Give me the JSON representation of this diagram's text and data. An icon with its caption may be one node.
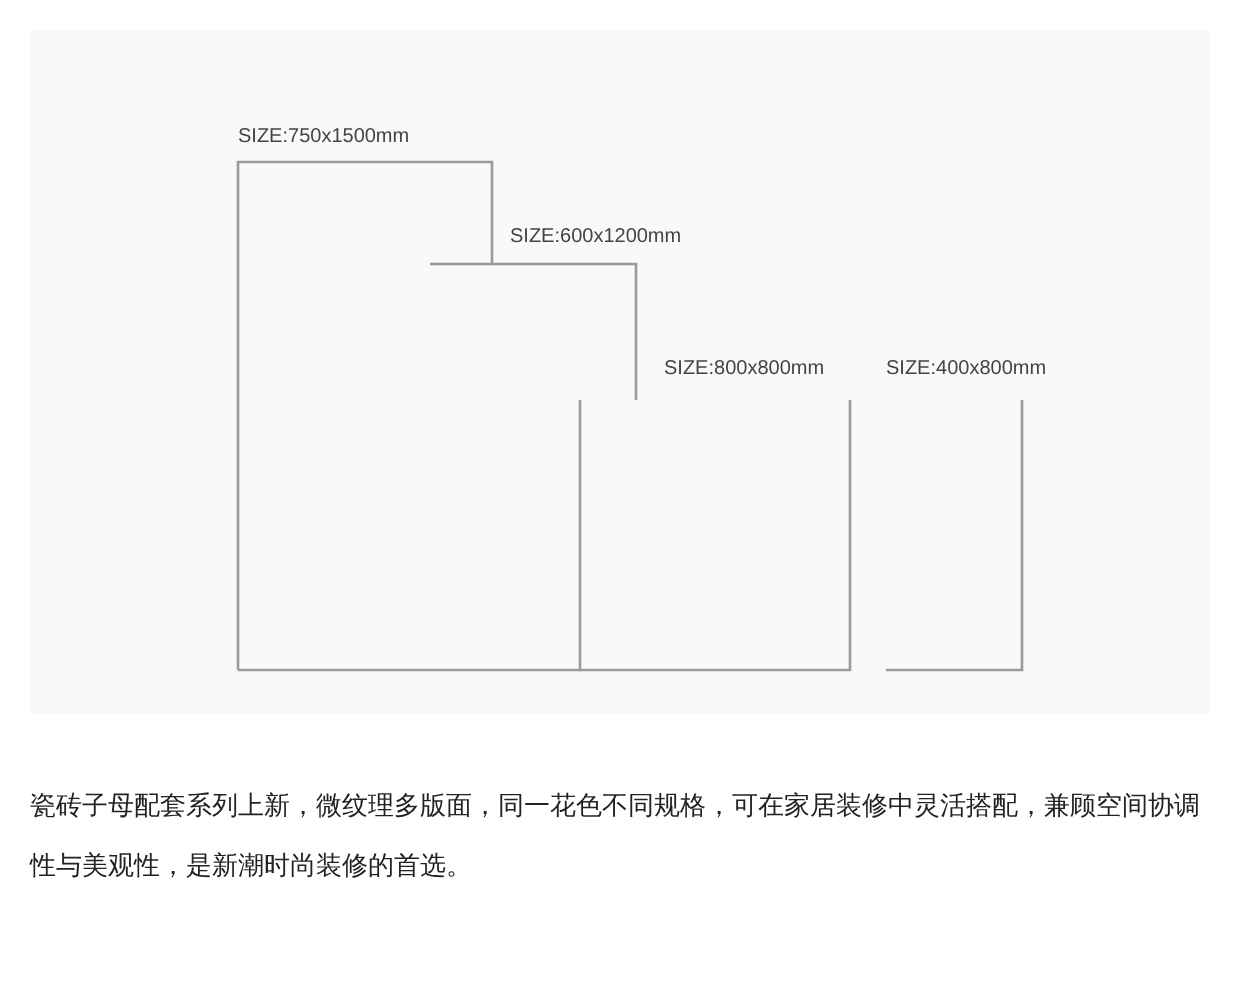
{
  "diagram": {
    "caption": "瓷砖子母配套系列上新，微纹理多版面，同一花色不同规格，可在家居装修中灵活搭配，兼顾空间协调性与美观性，是新潮时尚装修的首选。",
    "nodes": [
      {
        "text": [
          "SIZE:750x1500mm"
        ]
      },
      {
        "text": [
          "SIZE:600x1200mm"
        ]
      },
      {
        "text": [
          "SIZE:800x800mm"
        ]
      },
      {
        "text": [
          "SIZE:400x800mm"
        ]
      }
    ]
  }
}
